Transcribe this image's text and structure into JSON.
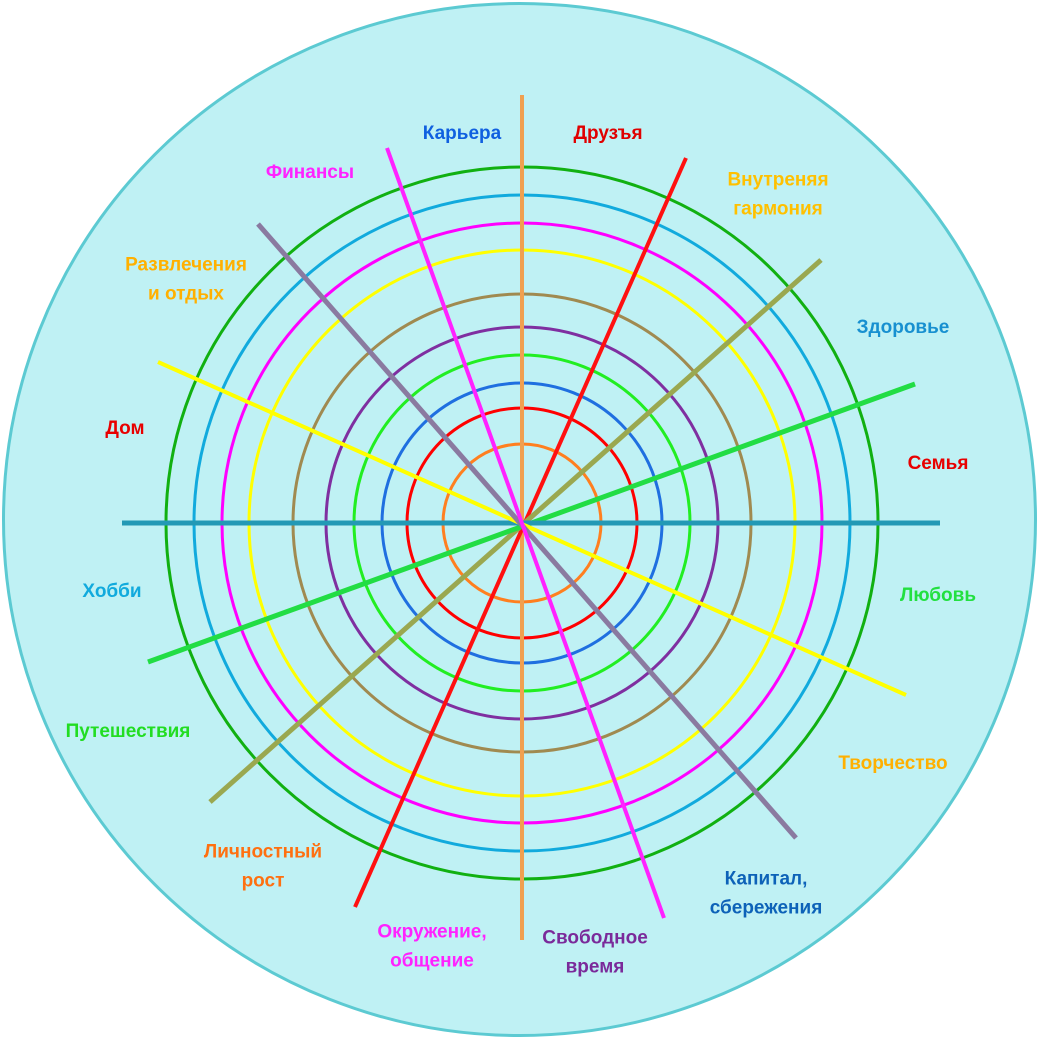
{
  "colors": {
    "background_disc": "#bff1f4",
    "background_border": "#5ccad2"
  },
  "rings": [
    {
      "color": "#ff7f1f"
    },
    {
      "color": "#ff0000"
    },
    {
      "color": "#1f6fe0"
    },
    {
      "color": "#22ee22"
    },
    {
      "color": "#7f2fa0"
    },
    {
      "color": "#a08a50"
    },
    {
      "color": "#ffff00"
    },
    {
      "color": "#ff00ff"
    },
    {
      "color": "#11aadd"
    },
    {
      "color": "#11b011"
    }
  ],
  "spokes": [
    {
      "color": "#f0a050"
    },
    {
      "color": "#ff1010"
    },
    {
      "color": "#9aa850"
    },
    {
      "color": "#22dd44"
    },
    {
      "color": "#2399b5"
    },
    {
      "color": "#ffff00"
    },
    {
      "color": "#8a7aa0"
    },
    {
      "color": "#ff22ff"
    }
  ],
  "labels": [
    {
      "lines": [
        "Карьера"
      ],
      "color": "#1060e0"
    },
    {
      "lines": [
        "Друзъя"
      ],
      "color": "#e00000"
    },
    {
      "lines": [
        "Внутреняя",
        "гармония"
      ],
      "color": "#ffc000"
    },
    {
      "lines": [
        "Здоровье"
      ],
      "color": "#1890d0"
    },
    {
      "lines": [
        "Семья"
      ],
      "color": "#e80000"
    },
    {
      "lines": [
        "Любовь"
      ],
      "color": "#22e040"
    },
    {
      "lines": [
        "Творчество"
      ],
      "color": "#ffb000"
    },
    {
      "lines": [
        "Капитал,",
        "сбережения"
      ],
      "color": "#0d62b8"
    },
    {
      "lines": [
        "Свободное",
        "время"
      ],
      "color": "#7a2a9a"
    },
    {
      "lines": [
        "Окружение,",
        "общение"
      ],
      "color": "#ff22ff"
    },
    {
      "lines": [
        "Личностный",
        "рост"
      ],
      "color": "#ff7010"
    },
    {
      "lines": [
        "Путешествия"
      ],
      "color": "#22dd22"
    },
    {
      "lines": [
        "Хобби"
      ],
      "color": "#11aadd"
    },
    {
      "lines": [
        "Дом"
      ],
      "color": "#e80000"
    },
    {
      "lines": [
        "Развлечения",
        "и отдых"
      ],
      "color": "#ffb000"
    },
    {
      "lines": [
        "Финансы"
      ],
      "color": "#ff22ff"
    }
  ]
}
